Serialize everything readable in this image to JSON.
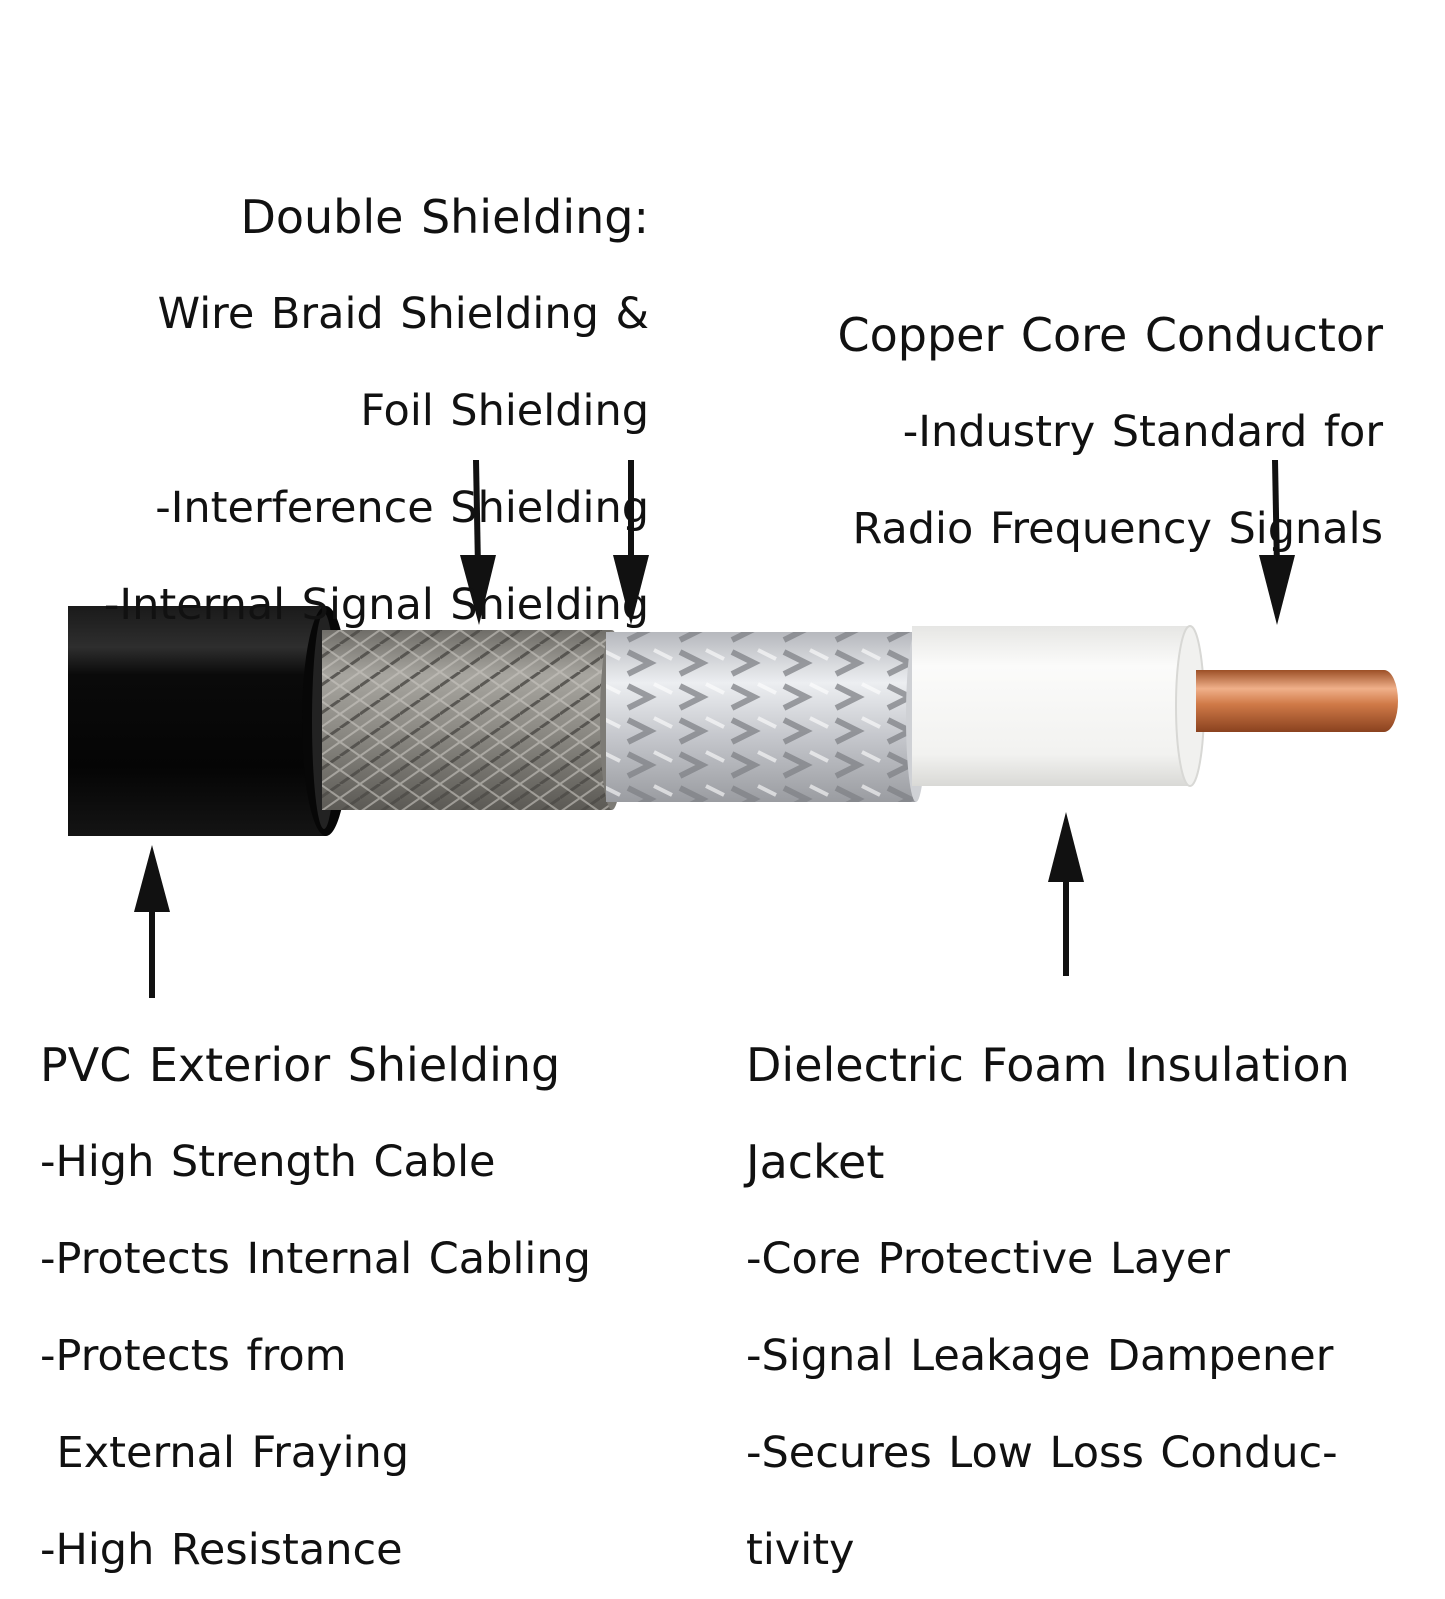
{
  "callouts": {
    "double_shielding": {
      "title": "Double Shielding:",
      "lines": [
        "Wire Braid Shielding &",
        "Foil Shielding",
        "-Interference Shielding",
        "-Internal Signal Shielding"
      ]
    },
    "copper_core": {
      "title": "Copper Core Conductor",
      "lines": [
        "-Industry Standard for",
        "Radio Frequency Signals"
      ]
    },
    "pvc_exterior": {
      "title": "PVC Exterior Shielding",
      "lines": [
        "-High Strength Cable",
        "-Protects Internal Cabling",
        "-Protects from",
        " External Fraying",
        "-High Resistance"
      ]
    },
    "dielectric_foam": {
      "title": "Dielectric Foam Insulation",
      "lines": [
        "Jacket",
        "-Core Protective Layer",
        "-Signal Leakage Dampener",
        "-Secures Low Loss Conduc-",
        "tivity"
      ]
    }
  },
  "colors": {
    "pvc_jacket": "#0b0b0b",
    "wire_braid": "#8a8880",
    "foil": "#c9cbcf",
    "foam": "#f4f4f2",
    "copper": "#c8703f",
    "arrow": "#111111"
  }
}
